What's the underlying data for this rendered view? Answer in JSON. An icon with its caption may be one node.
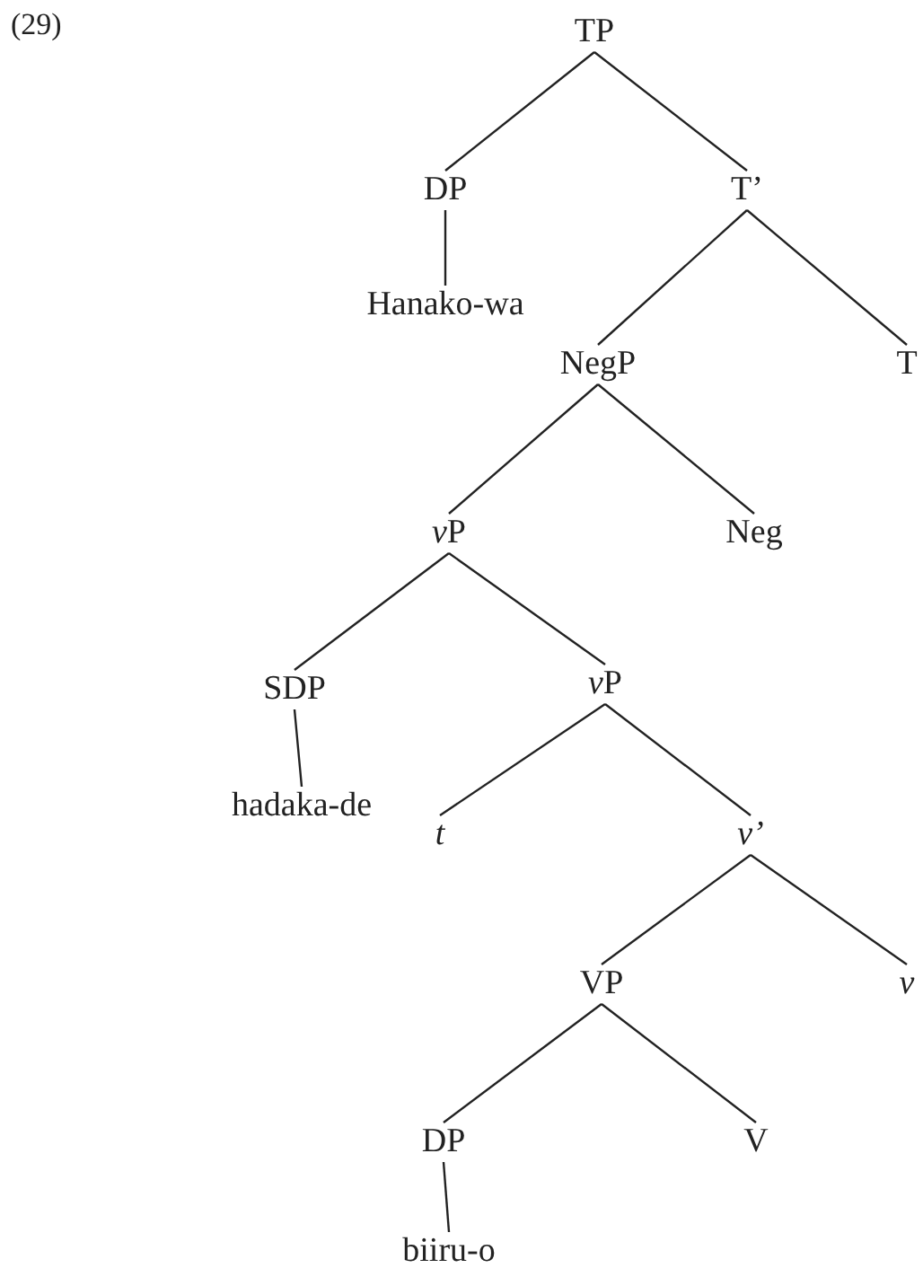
{
  "diagram": {
    "nodes": [
      {
        "text": [
          "TP"
        ]
      },
      {
        "text": [
          "DP"
        ]
      },
      {
        "text": [
          "T’"
        ]
      },
      {
        "text": [
          "Hanako-wa"
        ]
      },
      {
        "text": [
          "NegP"
        ]
      },
      {
        "text": [
          "T"
        ]
      },
      {
        "text": [
          "vP"
        ]
      },
      {
        "text": [
          "Neg"
        ]
      },
      {
        "text": [
          "SDP"
        ]
      },
      {
        "text": [
          "vP"
        ]
      },
      {
        "text": [
          "hadaka-de"
        ]
      },
      {
        "text": [
          "t"
        ]
      },
      {
        "text": [
          "v’"
        ]
      },
      {
        "text": [
          "VP"
        ]
      },
      {
        "text": [
          "v"
        ]
      },
      {
        "text": [
          "DP"
        ]
      },
      {
        "text": [
          "V"
        ]
      },
      {
        "text": [
          "biiru-o"
        ]
      }
    ],
    "edges": [
      {
        "from": 0,
        "to": 1,
        "arrow": "none"
      },
      {
        "from": 0,
        "to": 2,
        "arrow": "none"
      },
      {
        "from": 1,
        "to": 3,
        "arrow": "none"
      },
      {
        "from": 2,
        "to": 4,
        "arrow": "none"
      },
      {
        "from": 2,
        "to": 5,
        "arrow": "none"
      },
      {
        "from": 4,
        "to": 6,
        "arrow": "none"
      },
      {
        "from": 4,
        "to": 7,
        "arrow": "none"
      },
      {
        "from": 6,
        "to": 8,
        "arrow": "none"
      },
      {
        "from": 6,
        "to": 9,
        "arrow": "none"
      },
      {
        "from": 8,
        "to": 10,
        "arrow": "none"
      },
      {
        "from": 9,
        "to": 11,
        "arrow": "none"
      },
      {
        "from": 9,
        "to": 12,
        "arrow": "none"
      },
      {
        "from": 12,
        "to": 13,
        "arrow": "none"
      },
      {
        "from": 12,
        "to": 14,
        "arrow": "none"
      },
      {
        "from": 13,
        "to": 15,
        "arrow": "none"
      },
      {
        "from": 13,
        "to": 16,
        "arrow": "none"
      },
      {
        "from": 15,
        "to": 17,
        "arrow": "none"
      }
    ],
    "labels": [
      "(29)"
    ]
  }
}
